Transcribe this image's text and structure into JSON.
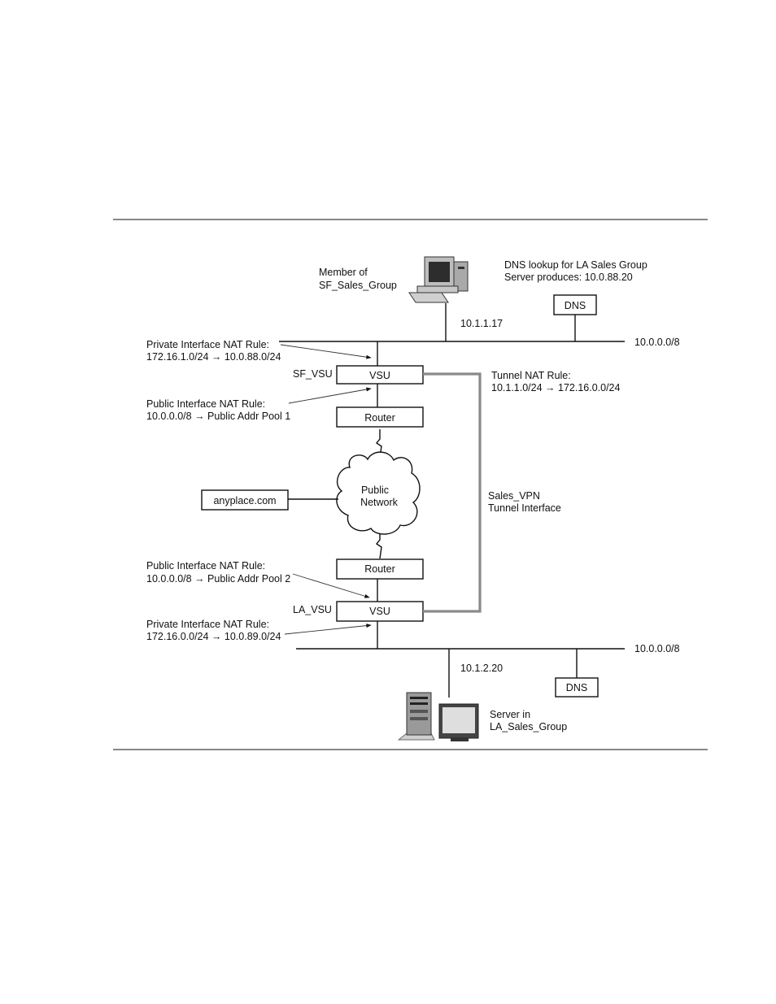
{
  "labels": {
    "member": [
      "Member of",
      "SF_Sales_Group"
    ],
    "dns_lookup": [
      "DNS lookup for LA Sales Group",
      "Server produces: 10.0.88.20"
    ],
    "client_ip": "10.1.1.17",
    "net_top": "10.0.0.0/8",
    "sf_private_rule": [
      "Private Interface NAT Rule:",
      "172.16.1.0/24 → 10.0.88.0/24"
    ],
    "sf_vsu_label": "SF_VSU",
    "sf_public_rule": [
      "Public Interface NAT Rule:",
      "10.0.0.0/8 → Public Addr Pool 1"
    ],
    "tunnel_rule": [
      "Tunnel NAT Rule:",
      "10.1.1.0/24 → 172.16.0.0/24"
    ],
    "public_network": [
      "Public",
      "Network"
    ],
    "tunnel_interface": [
      "Sales_VPN",
      "Tunnel Interface"
    ],
    "la_public_rule": [
      "Public Interface NAT Rule:",
      "10.0.0.0/8 → Public Addr Pool 2"
    ],
    "la_vsu_label": "LA_VSU",
    "la_private_rule": [
      "Private Interface NAT Rule:",
      "172.16.0.0/24 → 10.0.89.0/24"
    ],
    "net_bottom": "10.0.0.0/8",
    "server_ip": "10.1.2.20",
    "server": [
      "Server in",
      "LA_Sales_Group"
    ]
  },
  "boxes": {
    "dns_top": "DNS",
    "vsu_top": "VSU",
    "router_top": "Router",
    "anyplace": "anyplace.com",
    "router_bottom": "Router",
    "vsu_bottom": "VSU",
    "dns_bottom": "DNS"
  }
}
